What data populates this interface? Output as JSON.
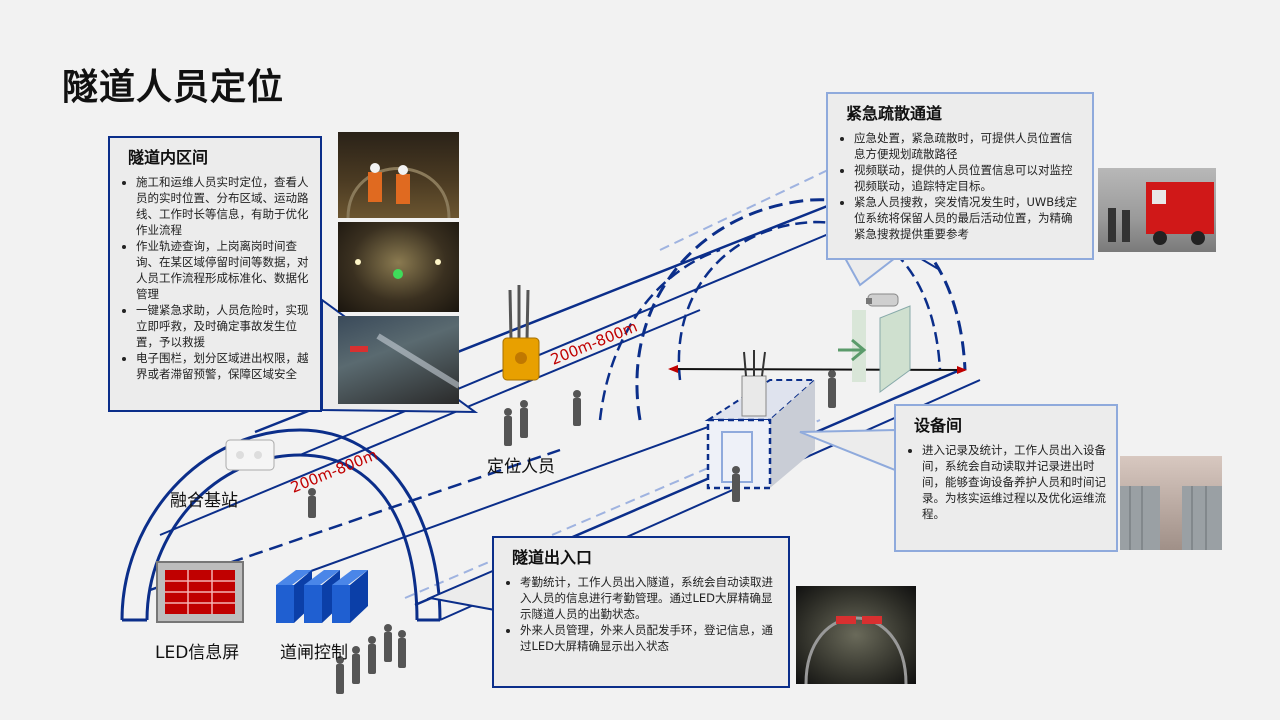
{
  "title": "隧道人员定位",
  "labels": {
    "fusion_station": "融合基站",
    "locate_person": "定位人员",
    "led_screen": "LED信息屏",
    "gate_control": "道闸控制",
    "distance_1": "200m-800m",
    "distance_2": "200m-800m"
  },
  "boxes": {
    "inner": {
      "title": "隧道内区间",
      "items": [
        "施工和运维人员实时定位，查看人员的实时位置、分布区域、运动路线、工作时长等信息，有助于优化作业流程",
        "作业轨迹查询，上岗离岗时间查询、在某区域停留时间等数据，对人员工作流程形成标准化、数据化管理",
        "一键紧急求助，人员危险时，实现立即呼救，及时确定事故发生位置，予以救援",
        "电子围栏，划分区域进出权限，越界或者滞留预警，保障区域安全"
      ]
    },
    "emergency": {
      "title": "紧急疏散通道",
      "items": [
        "应急处置，紧急疏散时，可提供人员位置信息方便规划疏散路径",
        "视频联动，提供的人员位置信息可以对监控视频联动，追踪特定目标。",
        "紧急人员搜救，突发情况发生时，UWB线定位系统将保留人员的最后活动位置，为精确紧急搜救提供重要参考"
      ]
    },
    "equipment": {
      "title": "设备间",
      "items": [
        "进入记录及统计，工作人员出入设备间，系统会自动读取并记录进出时间，能够查询设备养护人员和时间记录。为核实运维过程以及优化运维流程。"
      ]
    },
    "exit": {
      "title": "隧道出入口",
      "items": [
        "考勤统计，工作人员出入隧道，系统会自动读取进入人员的信息进行考勤管理。通过LED大屏精确显示隧道人员的出勤状态。",
        "外来人员管理，外来人员配发手环，登记信息，通过LED大屏精确显示出入状态"
      ]
    }
  },
  "colors": {
    "tunnel_line": "#0b2e8a",
    "dashed_light": "#9fb3e0",
    "distance_red": "#c00000",
    "antenna_orange": "#e8a000",
    "gate_blue": "#1f5fd1",
    "led_red": "#c00000"
  }
}
